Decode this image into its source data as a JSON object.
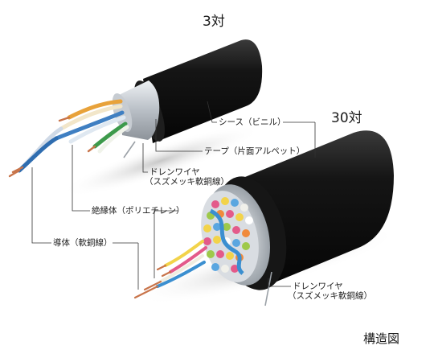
{
  "cable_3pair": {
    "title": "3対",
    "labels": {
      "sheath": "シース（ビニル）",
      "tape": "テープ（片面アルペット）",
      "drain_line1": "ドレンワイヤ",
      "drain_line2": "（スズメッキ軟銅線）",
      "insulator": "絶縁体（ポリエチレン）",
      "conductor": "導体（軟銅線）"
    }
  },
  "cable_30pair": {
    "title": "30対",
    "labels": {
      "drain_line1": "ドレンワイヤ",
      "drain_line2": "（スズメッキ軟銅線）"
    }
  },
  "caption": "構造図",
  "colors": {
    "sheath": "#111111",
    "foil": "#c9ced4",
    "copper": "#c8744a",
    "leader": "#333333"
  }
}
